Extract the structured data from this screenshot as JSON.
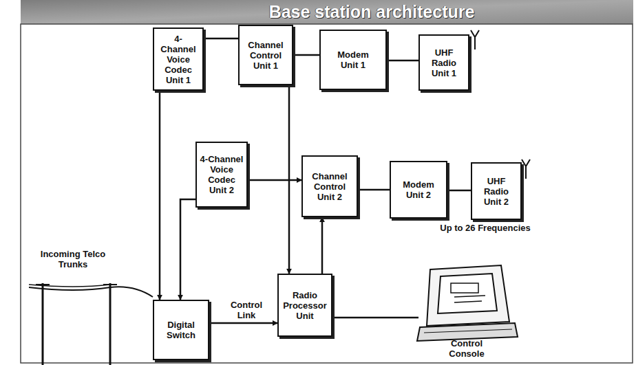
{
  "diagram": {
    "title": "Base station architecture",
    "nodes": [
      {
        "text": [
          "4-Channel Voice Codec Unit 1"
        ]
      },
      {
        "text": [
          "Channel Control Unit 1"
        ]
      },
      {
        "text": [
          "Modem Unit 1"
        ]
      },
      {
        "text": [
          "UHF Radio Unit 1"
        ]
      },
      {
        "text": [
          "4-Channel Voice Codec Unit 2"
        ]
      },
      {
        "text": [
          "Channel Control Unit 2"
        ]
      },
      {
        "text": [
          "Modem Unit 2"
        ]
      },
      {
        "text": [
          "UHF Radio Unit 2"
        ]
      },
      {
        "text": [
          "Digital Switch"
        ]
      },
      {
        "text": [
          "Radio Processor Unit"
        ]
      },
      {
        "text": [
          "Control Console"
        ]
      }
    ],
    "edges": [
      {
        "from": 0,
        "to": 1,
        "arrow": "none"
      },
      {
        "from": 1,
        "to": 2,
        "arrow": "none"
      },
      {
        "from": 2,
        "to": 3,
        "arrow": "none"
      },
      {
        "from": 4,
        "to": 5,
        "arrow": "to"
      },
      {
        "from": 5,
        "to": 6,
        "arrow": "none"
      },
      {
        "from": 6,
        "to": 7,
        "arrow": "none"
      },
      {
        "from": 0,
        "to": 8,
        "arrow": "to"
      },
      {
        "from": 4,
        "to": 8,
        "arrow": "to"
      },
      {
        "from": 8,
        "to": 9,
        "label": "Control Link",
        "arrow": "to"
      },
      {
        "from": 1,
        "to": 9,
        "arrow": "to"
      },
      {
        "from": 9,
        "to": 5,
        "arrow": "to"
      },
      {
        "from": 9,
        "to": 10,
        "arrow": "none"
      }
    ],
    "labels": [
      "Incoming Telco Trunks",
      "Up to 26 Frequencies"
    ]
  }
}
